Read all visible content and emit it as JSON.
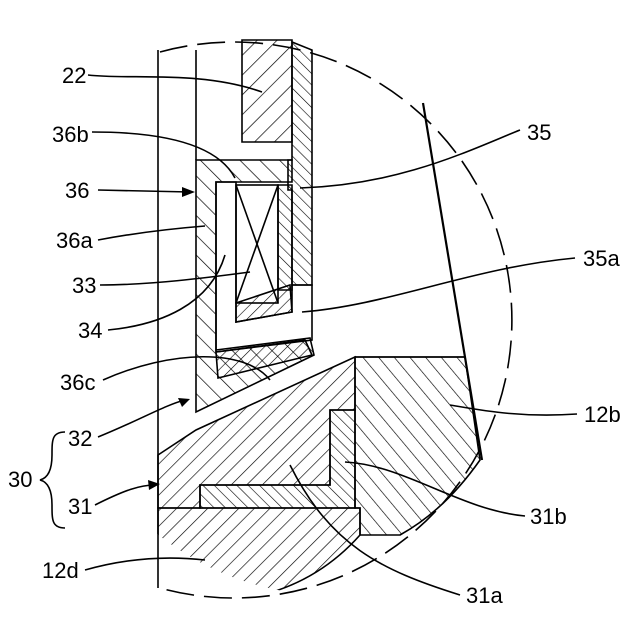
{
  "labels": {
    "l22": "22",
    "l36b": "36b",
    "l35": "35",
    "l36": "36",
    "l36a": "36a",
    "l35a": "35a",
    "l33": "33",
    "l34": "34",
    "l36c": "36c",
    "l12b": "12b",
    "l32": "32",
    "l30": "30",
    "l31": "31",
    "l31b": "31b",
    "l12d": "12d",
    "l31a": "31a"
  }
}
